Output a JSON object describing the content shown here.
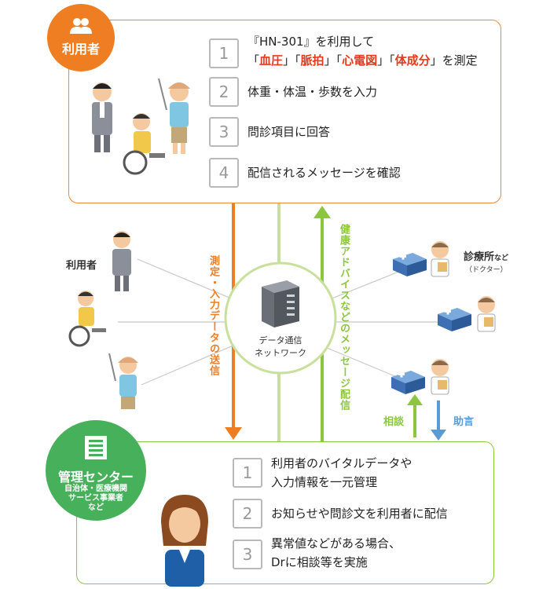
{
  "user_panel": {
    "badge_title": "利用者",
    "steps": [
      {
        "num": "1",
        "line1": "『HN-301』を利用して",
        "measure_items": [
          "血圧",
          "脈拍",
          "心電図",
          "体成分"
        ],
        "suffix": "を測定"
      },
      {
        "num": "2",
        "text": "体重・体温・歩数を入力"
      },
      {
        "num": "3",
        "text": "問診項目に回答"
      },
      {
        "num": "4",
        "text": "配信されるメッセージを確認"
      }
    ]
  },
  "network": {
    "users_label": "利用者",
    "server_line1": "データ通信",
    "server_line2": "ネットワーク",
    "upload_label": "測定・入力データの送信",
    "advice_label": "健康アドバイスなどのメッセージ配信",
    "clinic_label": "診療所",
    "clinic_suffix": "など",
    "clinic_sub": "（ドクター）",
    "consult_label": "相談",
    "advise_label": "助言"
  },
  "center_panel": {
    "badge_title": "管理センター",
    "badge_sub": [
      "自治体・医療機関",
      "サービス事業者",
      "など"
    ],
    "steps": [
      {
        "num": "1",
        "line1": "利用者のバイタルデータや",
        "line2": "入力情報を一元管理"
      },
      {
        "num": "2",
        "line1": "お知らせや問診文を利用者に配信"
      },
      {
        "num": "3",
        "line1": "異常値などがある場合、",
        "line2": "Drに相談等を実施"
      }
    ]
  },
  "colors": {
    "orange": "#ef7d22",
    "green": "#8cc63f",
    "blue": "#5b9bd5",
    "red_text": "#e53a1e"
  }
}
